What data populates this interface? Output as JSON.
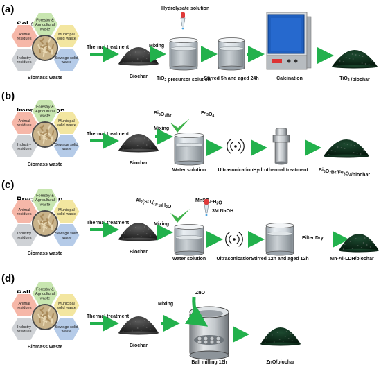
{
  "panels": [
    {
      "letter": "(a)",
      "method": "Sol-gel",
      "biomass": {
        "forestry": [
          "Forestry &",
          "Agricultural",
          "waste"
        ],
        "animal": [
          "Animal",
          "residues"
        ],
        "municipal": [
          "Municipal",
          "solid waste"
        ],
        "industry": [
          "Industry",
          "residues"
        ],
        "sewage": [
          "Sewage solid",
          "waste"
        ],
        "caption": "Biomass waste"
      },
      "thermal": "Thermal treatment",
      "biochar": "Biochar",
      "mixing": "Mixing",
      "reagents": [
        "Hydrolysate solution"
      ],
      "solution": "TiO2 precursor solution",
      "stirred": "Stirred 5h and aged 24h",
      "device": "Calcination",
      "product": "TiO2 /biochar"
    },
    {
      "letter": "(b)",
      "method": "Impregnation",
      "biomass": {
        "forestry": [
          "Forestry &",
          "Agricultural",
          "waste"
        ],
        "animal": [
          "Animal",
          "residues"
        ],
        "municipal": [
          "Municipal",
          "solid waste"
        ],
        "industry": [
          "Industry",
          "residues"
        ],
        "sewage": [
          "Sewage solid",
          "waste"
        ],
        "caption": "Biomass waste"
      },
      "thermal": "Thermal treatment",
      "biochar": "Biochar",
      "mixing": "Mixing",
      "reagents": [
        "Bi5O7Br",
        "Fe3O4"
      ],
      "solution": "Water solution",
      "sonication": "Ultrasonication",
      "device": "Hydrothermal treatment",
      "product": "Bi5O7Br/Fe3O4/biochar"
    },
    {
      "letter": "(c)",
      "method": "Precipitation",
      "biomass": {
        "forestry": [
          "Forestry &",
          "Agricultural",
          "waste"
        ],
        "animal": [
          "Animal",
          "residues"
        ],
        "municipal": [
          "Municipal",
          "solid waste"
        ],
        "industry": [
          "Industry",
          "residues"
        ],
        "sewage": [
          "Sewage solid",
          "waste"
        ],
        "caption": "Biomass waste"
      },
      "thermal": "Thermal treatment",
      "biochar": "Biochar",
      "mixing": "Mixing",
      "reagents": [
        "Al2(SO4)3·18H2O",
        "MnSO4·H2O",
        "3M NaOH"
      ],
      "solution": "Water solution",
      "sonication": "Ultrasonication",
      "stirred": "Stirred 12h and aged 12h",
      "filter": "Filter Dry",
      "product": "Mn-Al-LDH/biochar"
    },
    {
      "letter": "(d)",
      "method": "Ball milling",
      "biomass": {
        "forestry": [
          "Forestry &",
          "Agricultural",
          "waste"
        ],
        "animal": [
          "Animal",
          "residues"
        ],
        "municipal": [
          "Municipal",
          "solid waste"
        ],
        "industry": [
          "Industry",
          "residues"
        ],
        "sewage": [
          "Sewage solid",
          "waste"
        ],
        "caption": "Biomass waste"
      },
      "thermal": "Thermal treatment",
      "biochar": "Biochar",
      "mixing": "Mixing",
      "reagents": [
        "ZnO"
      ],
      "device": "Ball milling 12h",
      "product": "ZnO/biochar"
    }
  ],
  "colors": {
    "arrow": "#22b14c",
    "hex_forestry": "#c8e6b0",
    "hex_animal": "#f6b7a8",
    "hex_municipal": "#f3e6a0",
    "hex_industry": "#cfd2d6",
    "hex_sewage": "#b5cbe8",
    "biochar": "#3a3a3a",
    "product": "#0f2a1c",
    "furnace": "#1f5fbf"
  }
}
